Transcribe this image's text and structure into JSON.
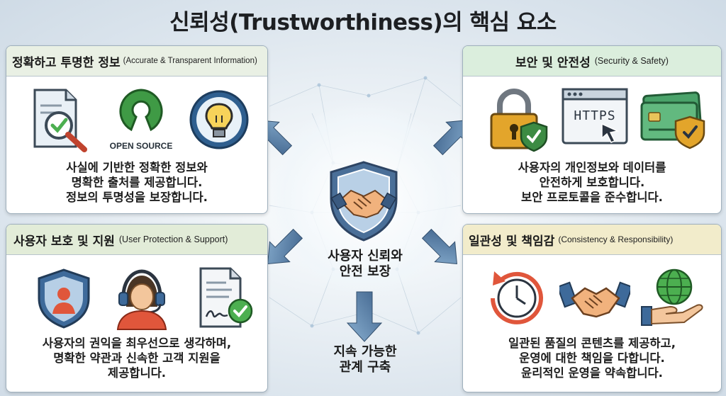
{
  "title": "신뢰성(Trustworthiness)의 핵심 요소",
  "center": {
    "label_line1": "사용자 신뢰와",
    "label_line2": "안전 보장",
    "icon": "handshake-shield-icon"
  },
  "bottom": {
    "line1": "지속 가능한",
    "line2": "관계 구축"
  },
  "panels": {
    "accurate": {
      "title_ko": "정확하고 투명한 정보",
      "title_en": "(Accurate & Transparent Information)",
      "head_color": "#e9f0e4",
      "open_source_label": "OPEN SOURCE",
      "lines": [
        "사실에 기반한 정확한 정보와",
        "명확한 출처를 제공합니다.",
        "정보의 투명성을 보장합니다."
      ],
      "icons": [
        "document-magnifier-check-icon",
        "open-source-icon",
        "lightbulb-icon"
      ]
    },
    "security": {
      "title_ko": "보안 및 안전성",
      "title_en": "(Security & Safety)",
      "head_color": "#dbeedd",
      "https_label": "HTTPS",
      "lines": [
        "사용자의 개인정보와 데이터를",
        "안전하게 보호합니다.",
        "보안 프로토콜을 준수합니다."
      ],
      "icons": [
        "padlock-shield-icon",
        "https-browser-icon",
        "credit-card-shield-icon"
      ]
    },
    "protection": {
      "title_ko": "사용자 보호 및 지원",
      "title_en": "(User Protection & Support)",
      "head_color": "#e2ecd8",
      "lines": [
        "사용자의 권익을 최우선으로 생각하며,",
        "명확한 약관과 신속한 고객 지원을",
        "제공합니다."
      ],
      "icons": [
        "user-shield-icon",
        "support-agent-headset-icon",
        "signed-contract-icon"
      ]
    },
    "consistency": {
      "title_ko": "일관성 및 책임감",
      "title_en": "(Consistency & Responsibility)",
      "head_color": "#f2eccb",
      "lines": [
        "일관된 품질의 콘텐츠를 제공하고,",
        "운영에 대한 책임을 다합니다.",
        "윤리적인 운영을 약속합니다."
      ],
      "icons": [
        "clock-refresh-icon",
        "handshake-icon",
        "hand-globe-icon"
      ]
    }
  },
  "colors": {
    "arrow_fill": "#4f7096",
    "arrow_light": "#7ea2c5",
    "shield_blue": "#3e6a9a",
    "check_green": "#4caf50",
    "lock_gold": "#e3a52b",
    "red_accent": "#e0563b"
  }
}
